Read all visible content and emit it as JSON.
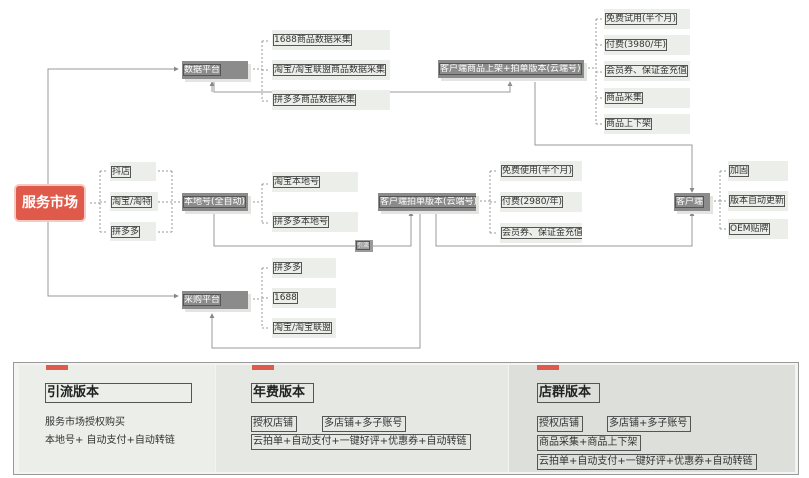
{
  "diagram": {
    "root": "服务市场",
    "hubs": {
      "data_platform": "数据平台",
      "local_no": "本地号(全自动)",
      "purchase_platform": "采购平台",
      "cloud_listing": "客户端商品上架+拍单版本(云端号)",
      "cloud_order": "客户端拍单版本(云端号)",
      "client": "客户端",
      "small_link": "引流"
    },
    "root_children": [
      "抖店",
      "淘宝/淘特",
      "拼多多"
    ],
    "data_platform_children": [
      "1688商品数据采集",
      "淘宝/淘宝联盟商品数据采集",
      "拼多多商品数据采集"
    ],
    "local_children": [
      "淘宝本地号",
      "拼多多本地号"
    ],
    "purchase_children": [
      "拼多多",
      "1688",
      "淘宝/淘宝联盟"
    ],
    "cloud_listing_children": [
      "免费试用(半个月)",
      "付费(3980/年)",
      "会员券、保证金充值",
      "商品采集",
      "商品上下架"
    ],
    "cloud_order_children": [
      "免费使用(半个月)",
      "付费(2980/年)",
      "会员券、保证金充值"
    ],
    "client_children": [
      "加固",
      "版本自动更新",
      "OEM贴牌"
    ]
  },
  "legend": {
    "accent_color": "#e05a4b",
    "panels": [
      {
        "title": "引流版本",
        "lines": [
          "服务市场授权购买",
          "本地号+ 自动支付+自动转链"
        ]
      },
      {
        "title": "年费版本",
        "lines": [
          "授权店铺",
          "多店铺+多子账号",
          "云拍单+自动支付+一键好评+优惠券+自动转链"
        ]
      },
      {
        "title": "店群版本",
        "lines": [
          "授权店铺",
          "多店铺+多子账号",
          "商品采集+商品上下架",
          "云拍单+自动支付+一键好评+优惠券+自动转链"
        ]
      }
    ]
  }
}
